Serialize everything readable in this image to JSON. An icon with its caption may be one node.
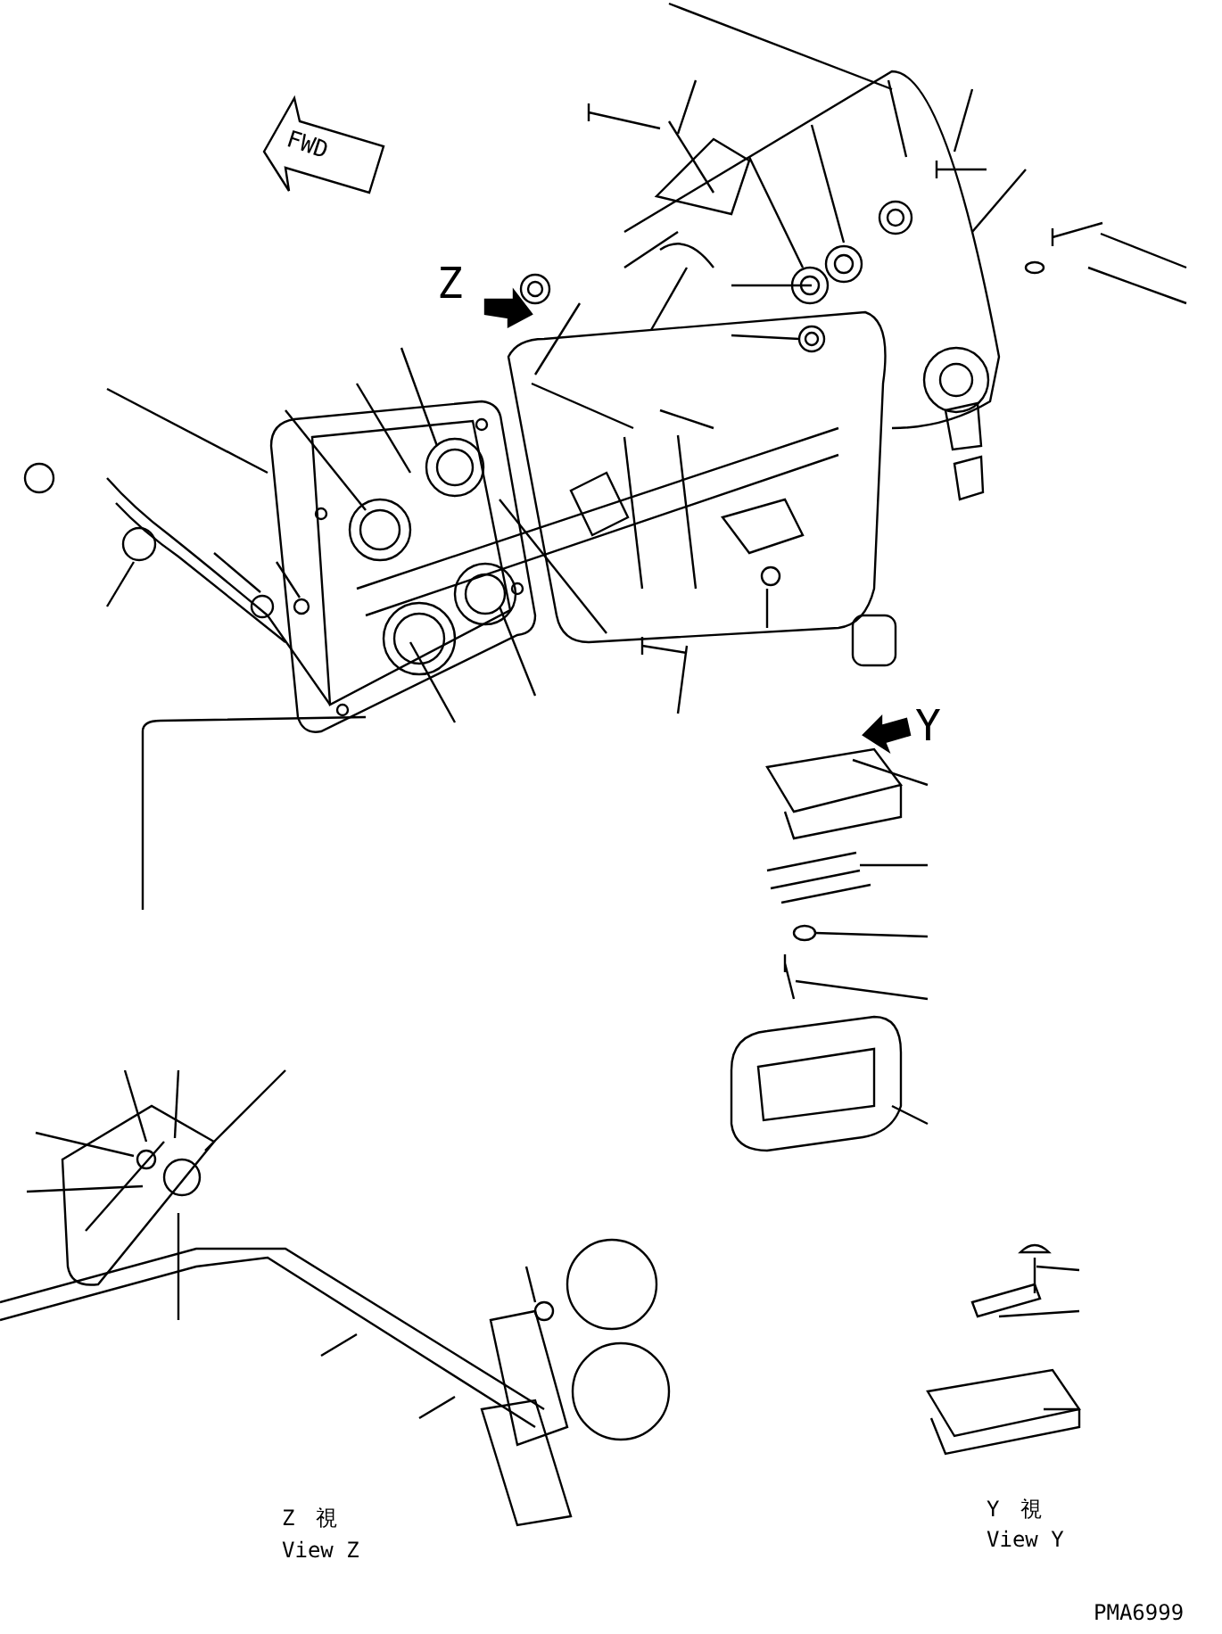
{
  "diagram": {
    "labels": [
      "FWD",
      "Z",
      "Y",
      "Z　視",
      "View Z",
      "Y　視",
      "View Y",
      "PMA6999"
    ]
  }
}
